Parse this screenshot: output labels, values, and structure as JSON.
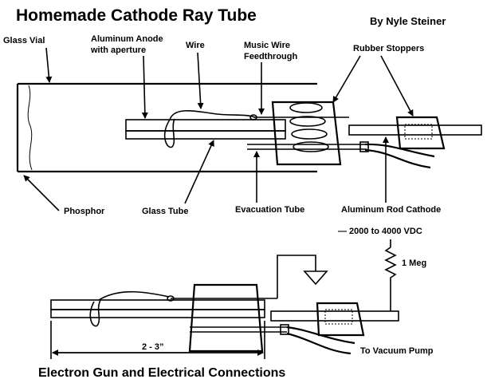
{
  "title": "Homemade Cathode Ray Tube",
  "byline": "By Nyle Steiner",
  "labels": {
    "glass_vial": "Glass Vial",
    "anode_line1": "Aluminum Anode",
    "anode_line2": "with aperture",
    "wire": "Wire",
    "feedthrough_line1": "Music Wire",
    "feedthrough_line2": "Feedthrough",
    "rubber_stoppers": "Rubber Stoppers",
    "phosphor": "Phosphor",
    "glass_tube": "Glass Tube",
    "evacuation_tube": "Evacuation Tube",
    "cathode": "Aluminum Rod Cathode",
    "voltage": "— 2000 to 4000 VDC",
    "resistor": "1 Meg",
    "dimension": "2 - 3”",
    "vacuum_pump": "To Vacuum Pump"
  },
  "caption": "Electron Gun and Electrical Connections"
}
